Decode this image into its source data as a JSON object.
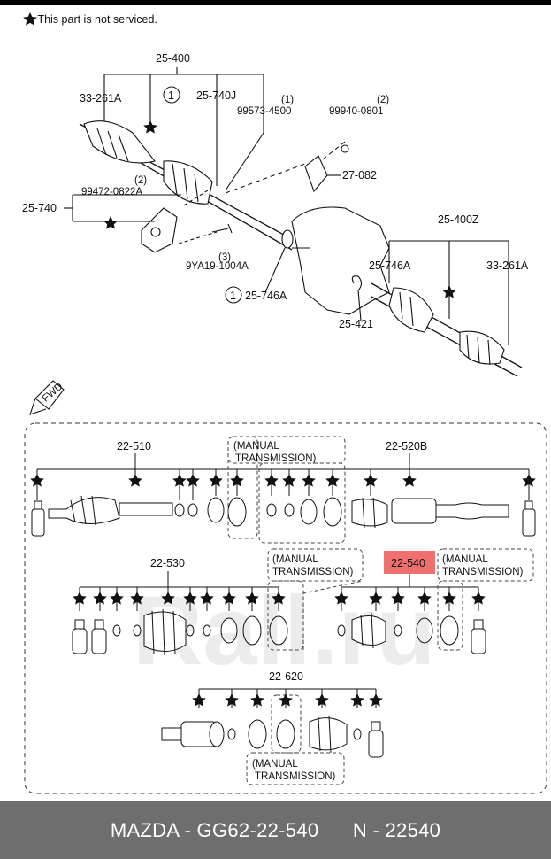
{
  "note": "★ This part is not serviced.",
  "watermark": "Rall.ru",
  "fwd": "FWD",
  "upper_labels": {
    "a": "25-400",
    "b": "33-261A",
    "c": "25-740J",
    "d": "(1)",
    "e": "99573-4500",
    "f": "(2)",
    "g": "99940-0801",
    "h": "27-082",
    "i": "(2)",
    "j": "99472-0822A",
    "k": "25-740",
    "l": "(3)",
    "m": "9YA19-1004A",
    "n": "25-746A",
    "o": "25-400Z",
    "p": "25-746A",
    "q": "33-261A",
    "r": "25-421",
    "circ1": "1",
    "circ2": "1"
  },
  "lower_labels": {
    "a": "22-510",
    "b": "(MANUAL",
    "c": "TRANSMISSION)",
    "d": "22-520B",
    "e": "22-530",
    "f": "(MANUAL",
    "g": "TRANSMISSION)",
    "h": "22-540",
    "i": "(MANUAL",
    "j": "TRANSMISSION)",
    "k": "22-620",
    "l": "(MANUAL",
    "m": "TRANSMISSION)"
  },
  "highlight_color": "#f07070",
  "footer": {
    "brand": "MAZDA - GG62-22-540",
    "number": "N - 22540"
  }
}
